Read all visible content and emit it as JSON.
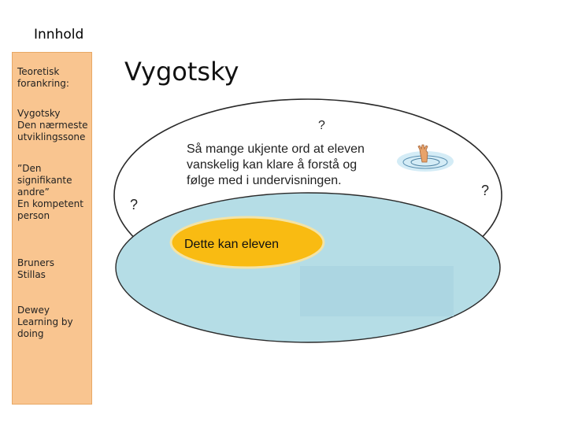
{
  "nav": {
    "title": "Innhold"
  },
  "sidebar": {
    "items": [
      {
        "label": "Teoretisk\nforankring:"
      },
      {
        "label": "Vygotsky\nDen nærmeste\nutviklingssone"
      },
      {
        "label": "”Den\nsignifikante\nandre”\nEn kompetent\nperson"
      },
      {
        "label": "Bruners\nStillas"
      },
      {
        "label": "Dewey\nLearning by\ndoing"
      }
    ]
  },
  "slide": {
    "title": "Vygotsky"
  },
  "diagram": {
    "outer_text_lines": [
      "Så mange ukjente ord at eleven",
      "vanskelig kan klare å forstå og",
      "følge med i undervisningen."
    ],
    "inner_label": "Dette kan eleven",
    "question_mark": "?",
    "colors": {
      "zone_fill": "#b5dde6",
      "core_fill": "#f9bb12",
      "core_stroke": "#f3e3a6",
      "outline": "#2a2a2a"
    },
    "icons": [
      "drowning-hand-icon"
    ]
  }
}
